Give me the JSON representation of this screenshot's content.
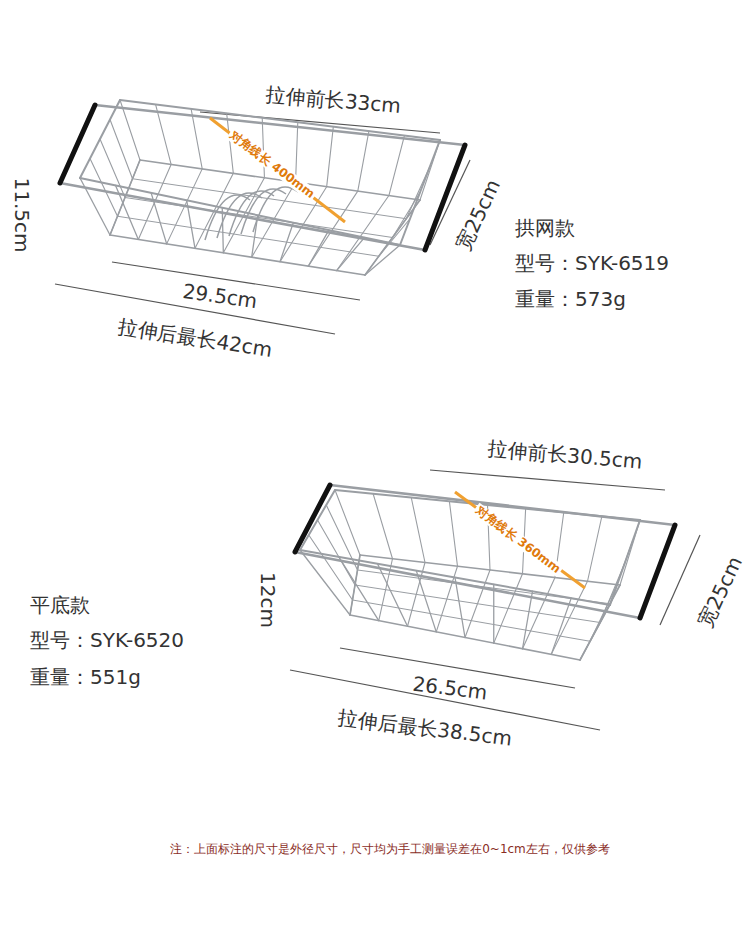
{
  "diagram": {
    "labels": [
      "拉伸前长33cm",
      "对角线长 400mm",
      "11.5cm",
      "宽25cm",
      "29.5cm",
      "拉伸后最长42cm",
      "拱网款",
      "型号：SYK-6519",
      "重量：573g",
      "拉伸前长30.5cm",
      "对角线长 360mm",
      "12cm",
      "宽25cm",
      "26.5cm",
      "拉伸后最长38.5cm",
      "平底款",
      "型号：SYK-6520",
      "重量：551g",
      "注：上面标注的尺寸是外径尺寸，尺寸均为手工测量误差在0~1cm左右，仅供参考"
    ]
  }
}
